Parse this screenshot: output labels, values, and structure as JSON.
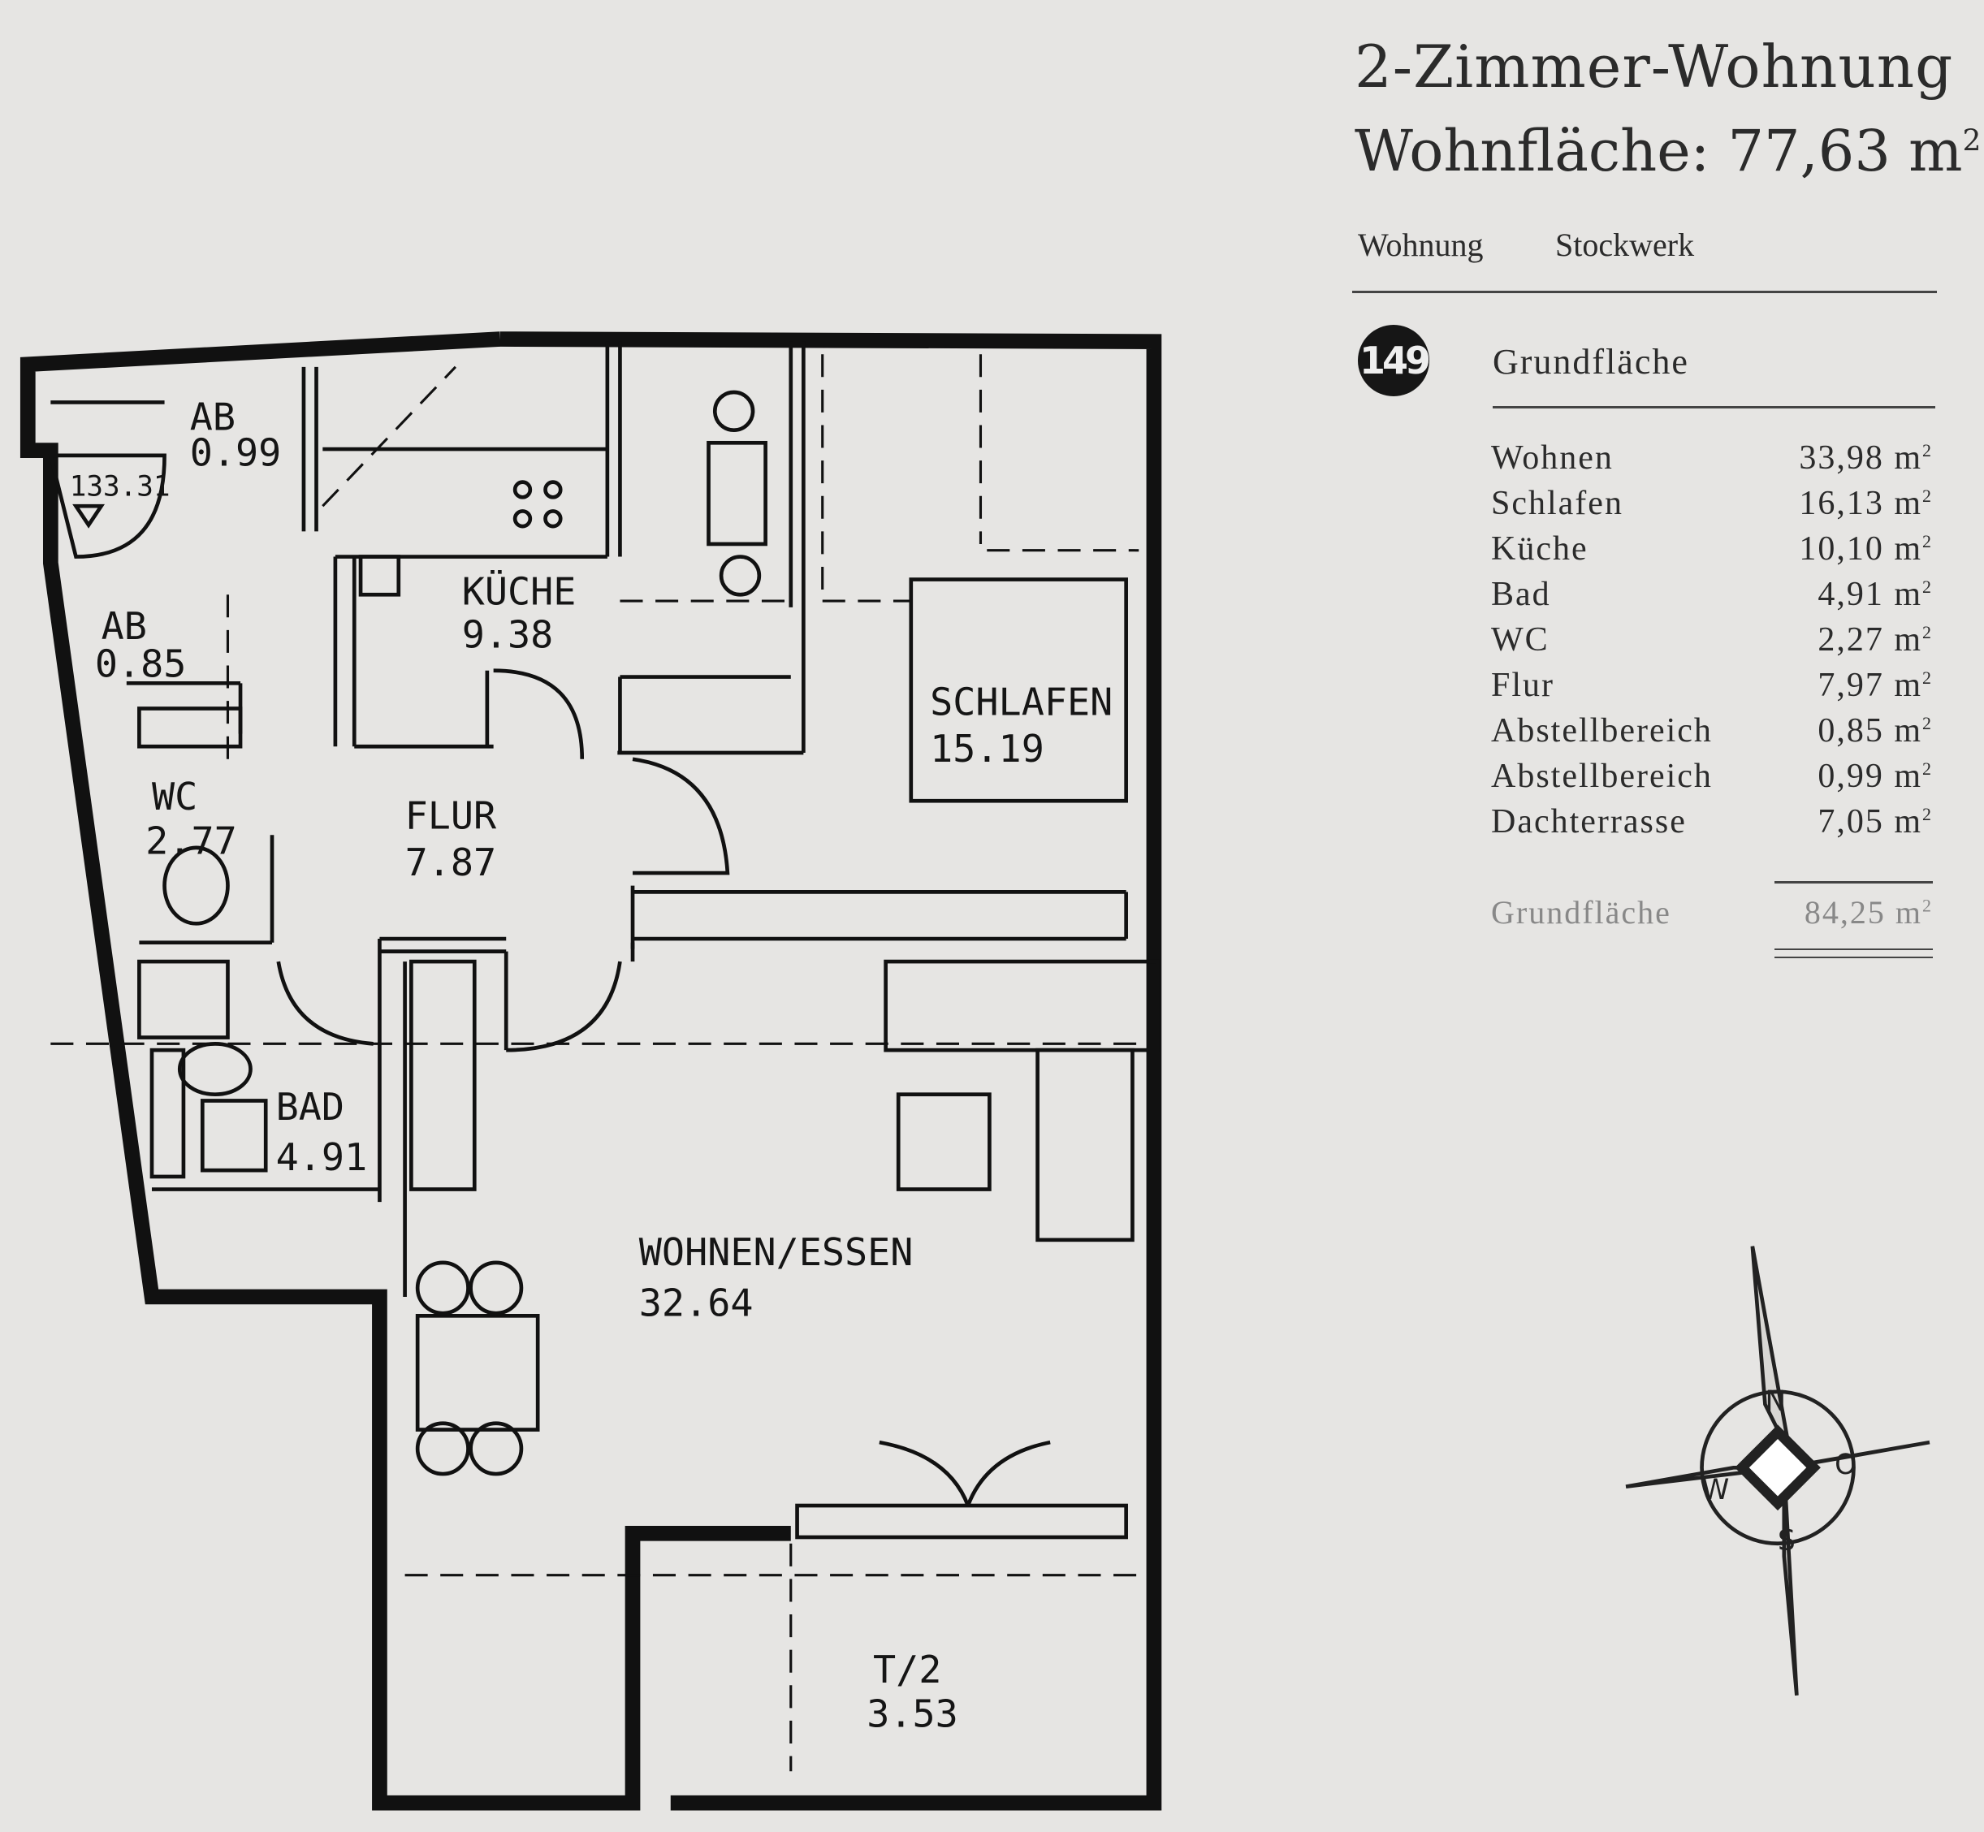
{
  "header": {
    "title": "2-Zimmer-Wohnung",
    "living_area_label": "Wohnfläche: 77,63 m",
    "living_area_sup": "2",
    "col_apartment": "Wohnung",
    "col_floor": "Stockwerk",
    "apartment_number": "149",
    "section_label": "Grundfläche"
  },
  "areas": [
    {
      "room": "Wohnen",
      "value": "33,98 m",
      "sup": "2"
    },
    {
      "room": "Schlafen",
      "value": "16,13 m",
      "sup": "2"
    },
    {
      "room": "Küche",
      "value": "10,10 m",
      "sup": "2"
    },
    {
      "room": "Bad",
      "value": "4,91 m",
      "sup": "2"
    },
    {
      "room": "WC",
      "value": "2,27 m",
      "sup": "2"
    },
    {
      "room": "Flur",
      "value": "7,97 m",
      "sup": "2"
    },
    {
      "room": "Abstellbereich",
      "value": "0,85 m",
      "sup": "2"
    },
    {
      "room": "Abstellbereich",
      "value": "0,99 m",
      "sup": "2"
    },
    {
      "room": "Dachterrasse",
      "value": "7,05 m",
      "sup": "2"
    }
  ],
  "total": {
    "label": "Grundfläche",
    "value": "84,25 m",
    "sup": "2"
  },
  "plan": {
    "ab1": "AB",
    "ab1_area": "0.99",
    "level": "133.31",
    "ab2": "AB",
    "ab2_area": "0.85",
    "wc": "WC",
    "wc_area": "2.77",
    "kueche": "KÜCHE",
    "kueche_area": "9.38",
    "flur": "FLUR",
    "flur_area": "7.87",
    "schlafen": "SCHLAFEN",
    "schlafen_area": "15.19",
    "bad": "BAD",
    "bad_area": "4.91",
    "wohnen": "WOHNEN/ESSEN",
    "wohnen_area": "32.64",
    "terrace": "T/2",
    "terrace_area": "3.53"
  },
  "compass": {
    "n": "N",
    "o": "O",
    "s": "S",
    "w": "W"
  }
}
